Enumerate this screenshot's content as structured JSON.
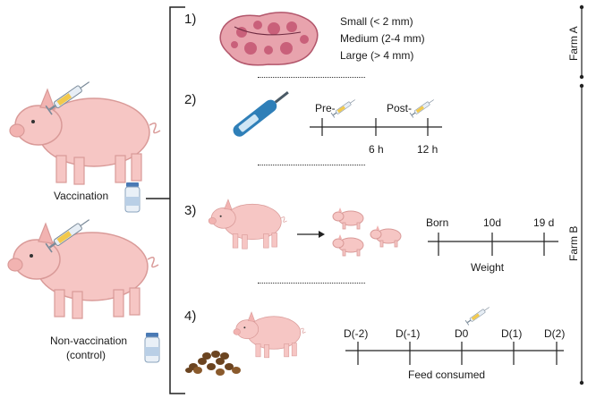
{
  "groups": {
    "vaccination_label": "Vaccination",
    "control_label_line1": "Non-vaccination",
    "control_label_line2": "(control)"
  },
  "farms": {
    "farm_a": "Farm A",
    "farm_b": "Farm B"
  },
  "panels": [
    {
      "number": "1)",
      "follicle_sizes": [
        "Small (< 2 mm)",
        "Medium (2-4 mm)",
        "Large (> 4 mm)"
      ]
    },
    {
      "number": "2)",
      "timeline": {
        "pre": "Pre-",
        "post": "Post-",
        "t1": "6 h",
        "t2": "12 h"
      }
    },
    {
      "number": "3)",
      "timeline": {
        "born": "Born",
        "d10": "10d",
        "d19": "19 d",
        "caption": "Weight"
      }
    },
    {
      "number": "4)",
      "timeline": {
        "days": [
          "D(-2)",
          "D(-1)",
          "D0",
          "D(1)",
          "D(2)"
        ],
        "caption": "Feed consumed"
      }
    }
  ],
  "colors": {
    "pig": "#f6c6c4",
    "pig_outline": "#d99a98",
    "ovary": "#c9607a",
    "thermometer": "#2f7fb8",
    "feed": "#6b4420",
    "line": "#222222"
  },
  "icons": [
    "syringe-icon",
    "vaccine-vial-icon",
    "thermometer-icon",
    "ovary-icon",
    "pig-icon",
    "piglet-icon",
    "feed-pellets-icon",
    "arrow-icon"
  ]
}
